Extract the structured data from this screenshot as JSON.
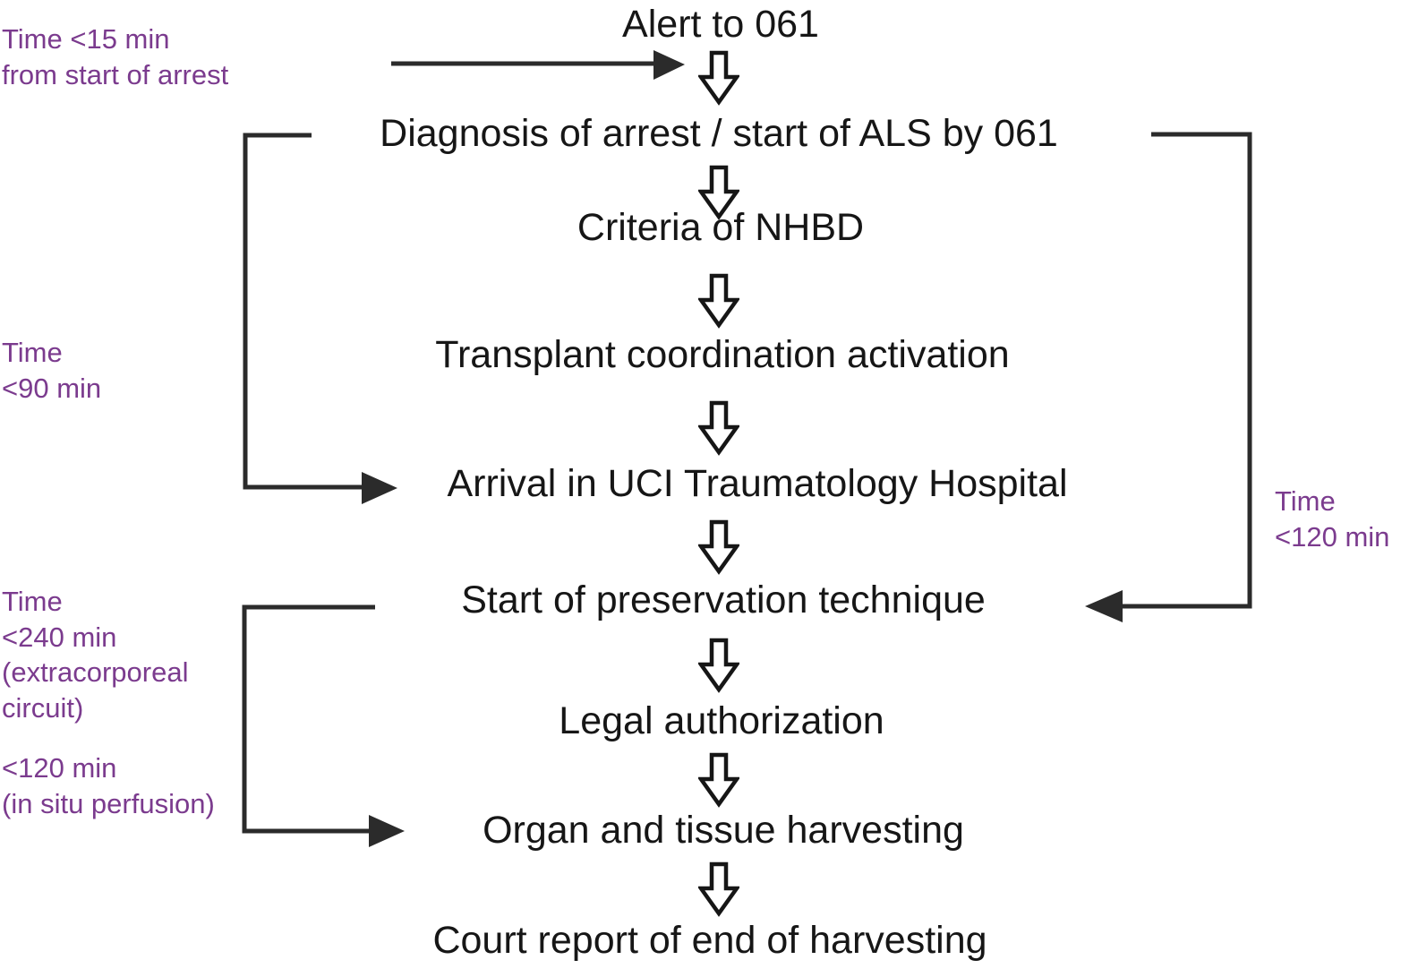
{
  "figure": {
    "type": "flowchart",
    "title": "Non-heart-beating donor (NHBD) protocol timeline flowchart",
    "background_color": "#ffffff",
    "text_color": "#161616",
    "accent_color": "#7B3B8E",
    "line_color": "#2b2b2b"
  },
  "nodes": [
    {
      "id": "alert",
      "label": "Alert to 061"
    },
    {
      "id": "diagnosis",
      "label": "Diagnosis of arrest / start of ALS by 061"
    },
    {
      "id": "criteria",
      "label": "Criteria of NHBD"
    },
    {
      "id": "coordination",
      "label": "Transplant coordination activation"
    },
    {
      "id": "arrival",
      "label": "Arrival in UCI Traumatology Hospital"
    },
    {
      "id": "preservation",
      "label": "Start of preservation technique"
    },
    {
      "id": "legal",
      "label": "Legal authorization"
    },
    {
      "id": "harvesting",
      "label": "Organ and tissue harvesting"
    },
    {
      "id": "court",
      "label": "Court report of end of harvesting"
    }
  ],
  "down_arrows": [
    {
      "id": "arrow-alert-to-diagnosis",
      "glyph": "down-block-arrow"
    },
    {
      "id": "arrow-diagnosis-to-criteria",
      "glyph": "down-block-arrow"
    },
    {
      "id": "arrow-criteria-to-coordination",
      "glyph": "down-block-arrow"
    },
    {
      "id": "arrow-coordination-to-arrival",
      "glyph": "down-block-arrow"
    },
    {
      "id": "arrow-arrival-to-preservation",
      "glyph": "down-block-arrow"
    },
    {
      "id": "arrow-preservation-to-legal",
      "glyph": "down-block-arrow"
    },
    {
      "id": "arrow-legal-to-harvesting",
      "glyph": "down-block-arrow"
    },
    {
      "id": "arrow-harvesting-to-court",
      "glyph": "down-block-arrow"
    }
  ],
  "time_labels": [
    {
      "id": "time-15-min",
      "lines": [
        "Time <15 min",
        "from start of arrest"
      ],
      "text": "Time <15 min\nfrom start of arrest",
      "value": "<15 min",
      "scope": "from start of arrest"
    },
    {
      "id": "time-90-min",
      "lines": [
        "Time",
        "<90 min"
      ],
      "text": "Time\n<90 min",
      "value": "<90 min",
      "scope": "diagnosis of arrest to arrival in UCI"
    },
    {
      "id": "time-240-min",
      "lines": [
        "Time",
        "<240 min",
        "(extracorporeal",
        "circuit)"
      ],
      "text": "Time\n<240 min\n(extracorporeal\ncircuit)",
      "value": "<240 min",
      "scope": "extracorporeal circuit"
    },
    {
      "id": "time-120-min-in-situ",
      "lines": [
        "<120 min",
        "(in situ perfusion)"
      ],
      "text": "<120 min\n(in situ perfusion)",
      "value": "<120 min",
      "scope": "in situ perfusion"
    },
    {
      "id": "time-120-min-right",
      "lines": [
        "Time",
        "<120 min"
      ],
      "text": "Time\n<120 min",
      "value": "<120 min",
      "scope": "diagnosis of arrest to start of preservation technique"
    }
  ],
  "connectors": [
    {
      "id": "connector-alert-inflow",
      "kind": "horizontal-arrow",
      "from": "time-15-min",
      "to": "alert",
      "direction": "right"
    },
    {
      "id": "connector-diagnosis-to-arrival",
      "kind": "bracket",
      "from": "diagnosis",
      "to": "arrival",
      "side": "left",
      "direction": "right",
      "label": "time-90-min"
    },
    {
      "id": "connector-diagnosis-to-preservation",
      "kind": "bracket",
      "from": "diagnosis",
      "to": "preservation",
      "side": "right",
      "direction": "left",
      "label": "time-120-min-right"
    },
    {
      "id": "connector-preservation-to-harvesting",
      "kind": "bracket",
      "from": "preservation",
      "to": "harvesting",
      "side": "left",
      "direction": "right",
      "label": "time-240-min"
    }
  ]
}
